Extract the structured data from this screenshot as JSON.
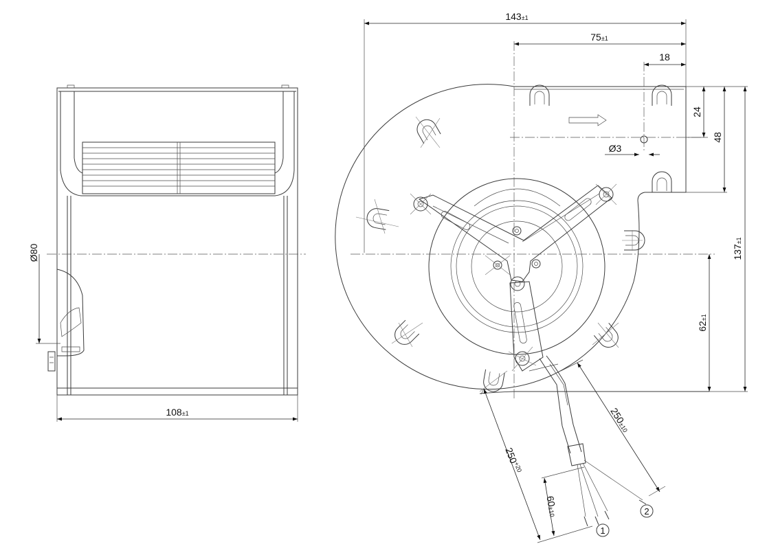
{
  "dimensions": {
    "overall_width": {
      "value": "143",
      "tol": "±1"
    },
    "center_offset": {
      "value": "75",
      "tol": "±1"
    },
    "slot_spacing": {
      "value": "18"
    },
    "slot_depth": {
      "value": "24"
    },
    "mount_height": {
      "value": "48"
    },
    "hole_dia": {
      "value": "Ø3"
    },
    "overall_height": {
      "value": "137",
      "tol": "±1"
    },
    "axis_height": {
      "value": "62",
      "tol": "±1"
    },
    "cable_length_1": {
      "value": "250",
      "tol": "+20"
    },
    "cable_length_2": {
      "value": "250",
      "tol": "±10"
    },
    "wire_strip": {
      "value": "60",
      "tol": "±10"
    },
    "side_width": {
      "value": "108",
      "tol": "±1"
    },
    "side_dia": {
      "value": "Ø80"
    }
  },
  "callouts": {
    "one": "1",
    "two": "2"
  }
}
